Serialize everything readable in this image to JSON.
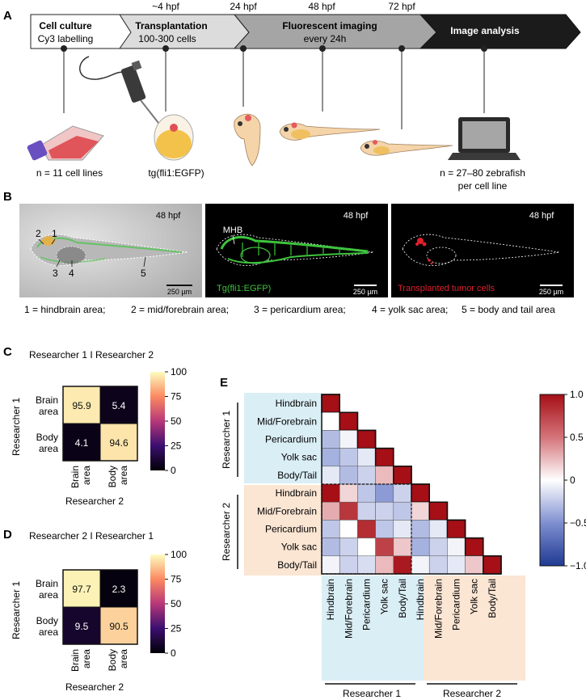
{
  "panels": {
    "A": "A",
    "B": "B",
    "C": "C",
    "D": "D",
    "E": "E"
  },
  "timeline": {
    "steps": [
      {
        "title": "Cell culture",
        "subtitle": "Cy3 labelling",
        "top": ""
      },
      {
        "title": "Transplantation",
        "subtitle": "100-300 cells",
        "top": "~4 hpf"
      },
      {
        "title": "",
        "subtitle": "",
        "top": "24 hpf"
      },
      {
        "title": "Fluorescent imaging",
        "subtitle": "every 24h",
        "top": "48 hpf"
      },
      {
        "title": "",
        "subtitle": "",
        "top": "72 hpf"
      },
      {
        "title": "Image analysis",
        "subtitle": "",
        "top": ""
      }
    ],
    "cell_lines": "n = 11 cell lines",
    "tg": "tg(fli1:EGFP)",
    "zebrafish_1": "n = 27–80 zebrafish",
    "zebrafish_2": "per cell line"
  },
  "imaging": {
    "hpf": "48 hpf",
    "scale": "250 µm",
    "nums": [
      "1",
      "2",
      "3",
      "4",
      "5"
    ],
    "mhb": "MHB",
    "tg_label": "Tg(fli1:EGFP)",
    "tumor_label": "Transplanted tumor cells",
    "legend": [
      "1 = hindbrain area;",
      "2 = mid/forebrain area;",
      "3 = pericardium area;",
      "4 = yolk sac area;",
      "5 = body and tail area"
    ],
    "colors": {
      "green": "#3ec43e",
      "red": "#e0202a"
    }
  },
  "matrix_c": {
    "title": "Researcher 1 I Researcher 2",
    "ylabel": "Researcher 1",
    "xlabel": "Researcher 2",
    "rows": [
      "Brain area",
      "Body area"
    ],
    "values": [
      [
        95.9,
        5.4
      ],
      [
        4.1,
        94.6
      ]
    ],
    "colorbar_ticks": [
      "100",
      "75",
      "50",
      "25",
      "0"
    ]
  },
  "matrix_d": {
    "title": "Researcher 2 I Researcher 1",
    "ylabel": "Researcher 1",
    "xlabel": "Researcher 2",
    "rows": [
      "Brain area",
      "Body area"
    ],
    "values": [
      [
        97.7,
        2.3
      ],
      [
        9.5,
        90.5
      ]
    ],
    "colorbar_ticks": [
      "100",
      "75",
      "50",
      "25",
      "0"
    ]
  },
  "chart_data": {
    "type": "heatmap",
    "labels": [
      "Hindbrain",
      "Mid/Forebrain",
      "Pericardium",
      "Yolk sac",
      "Body/Tail",
      "Hindbrain",
      "Mid/Forebrain",
      "Pericardium",
      "Yolk sac",
      "Body/Tail"
    ],
    "groups": [
      "Researcher 1",
      "Researcher 2"
    ],
    "colorbar_ticks": [
      "1.0",
      "0.5",
      "0",
      "−0.5",
      "−1.0"
    ],
    "values": [
      [
        1.0
      ],
      [
        0.0,
        1.0
      ],
      [
        -0.3,
        -0.05,
        1.0
      ],
      [
        -0.35,
        -0.25,
        -0.1,
        1.0
      ],
      [
        -0.1,
        -0.3,
        -0.2,
        0.25,
        1.0
      ],
      [
        1.0,
        0.15,
        -0.25,
        -0.45,
        -0.2,
        1.0
      ],
      [
        0.3,
        0.8,
        -0.2,
        -0.2,
        -0.25,
        0.15,
        1.0
      ],
      [
        -0.25,
        0.0,
        0.85,
        -0.25,
        -0.1,
        -0.3,
        -0.1,
        1.0
      ],
      [
        -0.3,
        -0.2,
        0.0,
        0.75,
        0.2,
        -0.35,
        -0.2,
        -0.05,
        1.0
      ],
      [
        -0.05,
        -0.2,
        -0.15,
        0.25,
        0.95,
        -0.05,
        -0.2,
        -0.1,
        0.2,
        1.0
      ]
    ],
    "range": [
      -1.0,
      1.0
    ]
  }
}
